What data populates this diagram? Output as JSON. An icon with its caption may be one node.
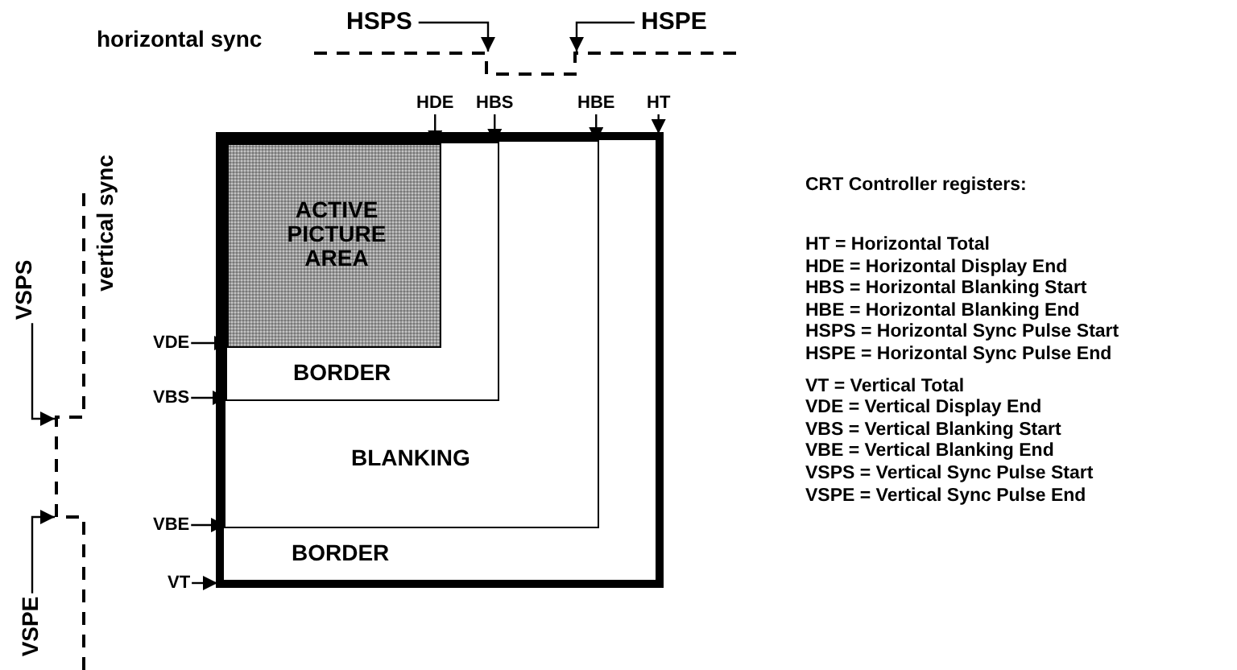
{
  "diagram": {
    "nodes": [
      {
        "text": [
          "HSPS"
        ]
      },
      {
        "text": [
          "HSPE"
        ]
      },
      {
        "text": [
          "HDE"
        ]
      },
      {
        "text": [
          "HBS"
        ]
      },
      {
        "text": [
          "HBE"
        ]
      },
      {
        "text": [
          "HT"
        ]
      },
      {
        "text": [
          "BORDER"
        ]
      },
      {
        "text": [
          "BLANKING"
        ],
        "in": 6
      },
      {
        "text": [
          "BORDER"
        ],
        "in": 7
      },
      {
        "text": [
          "ACTIVE PICTURE AREA"
        ],
        "in": 8
      },
      {
        "text": [
          "VSPS"
        ]
      },
      {
        "text": [
          "VDE"
        ]
      },
      {
        "text": [
          "VBS"
        ]
      },
      {
        "text": [
          "VBE"
        ]
      },
      {
        "text": [
          "VT"
        ]
      },
      {
        "text": [
          "VSPE"
        ]
      },
      {
        "text": [],
        "shape": "line"
      },
      {
        "text": [],
        "shape": "line"
      }
    ],
    "edges": [
      {
        "from": 0,
        "to": 16,
        "arrow": "to"
      },
      {
        "from": 1,
        "to": 16,
        "arrow": "to"
      },
      {
        "from": 2,
        "to": 9,
        "arrow": "to"
      },
      {
        "from": 3,
        "to": 8,
        "arrow": "to"
      },
      {
        "from": 4,
        "to": 7,
        "arrow": "to"
      },
      {
        "from": 5,
        "to": 6,
        "arrow": "to"
      },
      {
        "from": 10,
        "to": 17,
        "arrow": "to"
      },
      {
        "from": 11,
        "to": 9,
        "arrow": "to"
      },
      {
        "from": 12,
        "to": 8,
        "arrow": "to"
      },
      {
        "from": 13,
        "to": 7,
        "arrow": "to"
      },
      {
        "from": 14,
        "to": 6,
        "arrow": "to"
      },
      {
        "from": 15,
        "to": 17,
        "arrow": "to"
      }
    ],
    "labels": [
      "horizontal sync",
      "vertical sync",
      "CRT Controller registers:",
      "HT = Horizontal Total",
      "HDE = Horizontal Display End",
      "HBS = Horizontal Blanking Start",
      "HBE = Horizontal Blanking End",
      "HSPS = Horizontal Sync Pulse Start",
      "HSPE = Horizontal Sync Pulse End",
      "VT = Vertical Total",
      "VDE = Vertical Display End",
      "VBS = Vertical Blanking Start",
      "VBE = Vertical Blanking End",
      "VSPS = Vertical Sync Pulse Start",
      "VSPE = Vertical Sync Pulse End"
    ]
  }
}
